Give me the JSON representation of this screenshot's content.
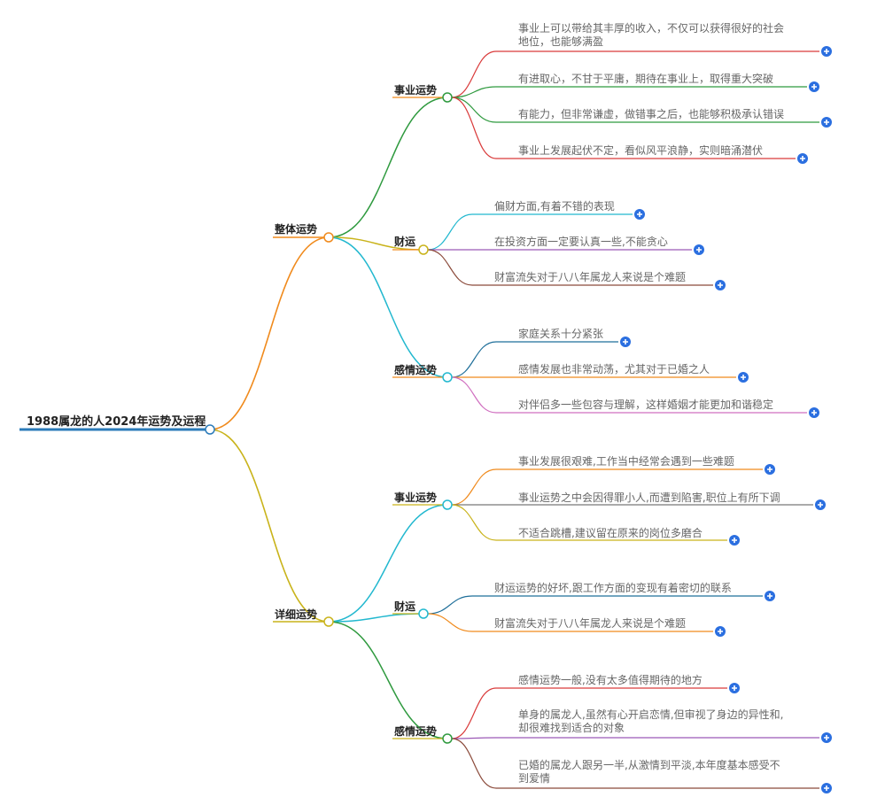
{
  "root": "1988属龙的人2024年运势及运程",
  "colors": {
    "root_line": "#2b7bb9",
    "red": "#d93a3a",
    "green": "#2f9a3f",
    "orange": "#f08a1c",
    "yellow": "#c9b31a",
    "cyan": "#22b8cf",
    "purple": "#9b59b6",
    "brown": "#8b4a3a",
    "darkblue": "#1f6f9a",
    "gray": "#777777",
    "pink": "#d06fc0",
    "expand": "#2b6fe0"
  },
  "expand_icon": "plus-circle-icon",
  "sections": [
    {
      "label": "整体运势",
      "groups": [
        {
          "label": "事业运势",
          "leaves": [
            {
              "lines": [
                "事业上可以带给其丰厚的收入，不仅可以获得很好的社会",
                "地位，也能够满盈"
              ]
            },
            {
              "lines": [
                "有进取心，不甘于平庸，期待在事业上，取得重大突破"
              ]
            },
            {
              "lines": [
                "有能力，但非常谦虚，做错事之后，也能够积极承认错误"
              ]
            },
            {
              "lines": [
                "事业上发展起伏不定，看似风平浪静，实则暗涌潜伏"
              ]
            }
          ]
        },
        {
          "label": "财运",
          "leaves": [
            {
              "lines": [
                "偏财方面,有着不错的表现"
              ]
            },
            {
              "lines": [
                "在投资方面一定要认真一些,不能贪心"
              ]
            },
            {
              "lines": [
                "财富流失对于八八年属龙人来说是个难题"
              ]
            }
          ]
        },
        {
          "label": "感情运势",
          "leaves": [
            {
              "lines": [
                "家庭关系十分紧张"
              ]
            },
            {
              "lines": [
                "感情发展也非常动荡，尤其对于已婚之人"
              ]
            },
            {
              "lines": [
                "对伴侣多一些包容与理解，这样婚姻才能更加和谐稳定"
              ]
            }
          ]
        }
      ]
    },
    {
      "label": "详细运势",
      "groups": [
        {
          "label": "事业运势",
          "leaves": [
            {
              "lines": [
                "事业发展很艰难,工作当中经常会遇到一些难题"
              ]
            },
            {
              "lines": [
                "事业运势之中会因得罪小人,而遭到陷害,职位上有所下调"
              ]
            },
            {
              "lines": [
                "不适合跳槽,建议留在原来的岗位多磨合"
              ]
            }
          ]
        },
        {
          "label": "财运",
          "leaves": [
            {
              "lines": [
                "财运运势的好坏,跟工作方面的变现有着密切的联系"
              ]
            },
            {
              "lines": [
                "财富流失对于八八年属龙人来说是个难题"
              ]
            }
          ]
        },
        {
          "label": "感情运势",
          "leaves": [
            {
              "lines": [
                "感情运势一般,没有太多值得期待的地方"
              ]
            },
            {
              "lines": [
                "单身的属龙人,虽然有心开启恋情,但审视了身边的异性和,",
                "却很难找到适合的对象"
              ]
            },
            {
              "lines": [
                "已婚的属龙人跟另一半,从激情到平淡,本年度基本感受不",
                "到爱情"
              ]
            }
          ]
        }
      ]
    }
  ]
}
